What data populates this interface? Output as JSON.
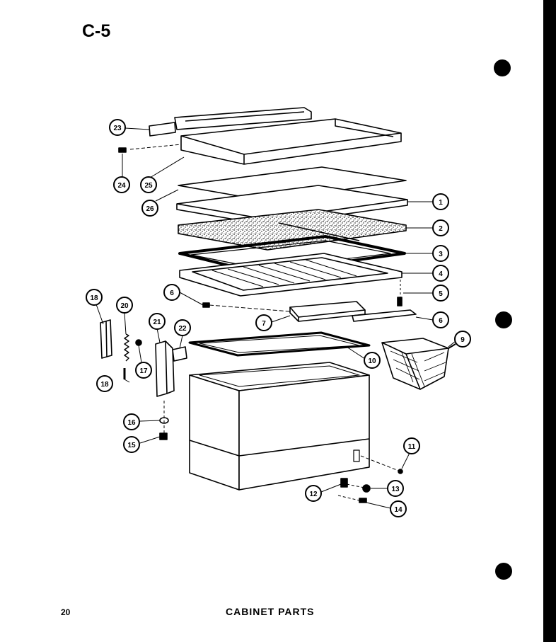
{
  "header": {
    "page_code": "C-5"
  },
  "footer": {
    "page_number": "20",
    "caption": "CABINET PARTS"
  },
  "callouts": [
    {
      "id": "c1",
      "num": "1"
    },
    {
      "id": "c2",
      "num": "2"
    },
    {
      "id": "c3",
      "num": "3"
    },
    {
      "id": "c4",
      "num": "4"
    },
    {
      "id": "c5",
      "num": "5"
    },
    {
      "id": "c6a",
      "num": "6"
    },
    {
      "id": "c6b",
      "num": "6"
    },
    {
      "id": "c7",
      "num": "7"
    },
    {
      "id": "c9",
      "num": "9"
    },
    {
      "id": "c10",
      "num": "10"
    },
    {
      "id": "c11",
      "num": "11"
    },
    {
      "id": "c12",
      "num": "12"
    },
    {
      "id": "c13",
      "num": "13"
    },
    {
      "id": "c14",
      "num": "14"
    },
    {
      "id": "c15",
      "num": "15"
    },
    {
      "id": "c16",
      "num": "16"
    },
    {
      "id": "c17",
      "num": "17"
    },
    {
      "id": "c18a",
      "num": "18"
    },
    {
      "id": "c18b",
      "num": "18"
    },
    {
      "id": "c20",
      "num": "20"
    },
    {
      "id": "c21",
      "num": "21"
    },
    {
      "id": "c22",
      "num": "22"
    },
    {
      "id": "c23",
      "num": "23"
    },
    {
      "id": "c24",
      "num": "24"
    },
    {
      "id": "c25",
      "num": "25"
    },
    {
      "id": "c26",
      "num": "26"
    }
  ]
}
